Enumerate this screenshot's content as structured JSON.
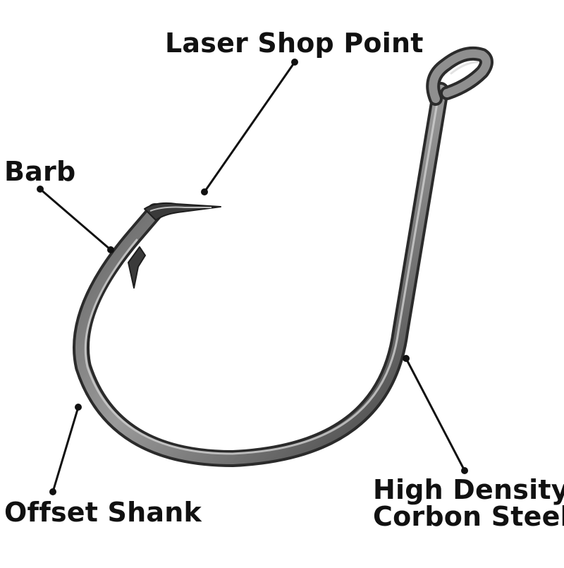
{
  "labels": {
    "laser_shop_point": "Laser Shop Point",
    "barb": "Barb",
    "offset_shank": "Offset Shank",
    "high_density": "High Density",
    "corbon_steel": "Corbon Steel"
  },
  "colors": {
    "background": "#ffffff",
    "text": "#111111",
    "leader_line": "#111111",
    "hook_metal_dark": "#2b2b2b",
    "hook_metal_mid": "#6a6a6a",
    "hook_metal_light": "#c9c9c9"
  }
}
